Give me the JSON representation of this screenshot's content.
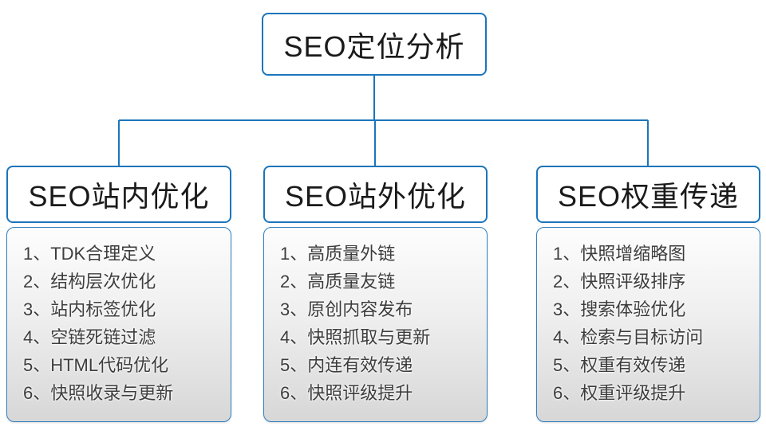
{
  "diagram": {
    "root_label": "SEO定位分析",
    "branches": [
      {
        "title": "SEO站内优化",
        "items": [
          "1、TDK合理定义",
          "2、结构层次优化",
          "3、站内标签优化",
          "4、空链死链过滤",
          "5、HTML代码优化",
          "6、快照收录与更新"
        ]
      },
      {
        "title": "SEO站外优化",
        "items": [
          "1、高质量外链",
          "2、高质量友链",
          "3、原创内容发布",
          "4、快照抓取与更新",
          "5、内连有效传递",
          "6、快照评级提升"
        ]
      },
      {
        "title": "SEO权重传递",
        "items": [
          "1、快照增缩略图",
          "2、快照评级排序",
          "3、搜索体验优化",
          "4、检索与目标访问",
          "5、权重有效传递",
          "6、权重评级提升"
        ]
      }
    ],
    "colors": {
      "accent_blue": "#1b75bb",
      "panel_border": "#3181c2",
      "heading_text": "#1a1a1a",
      "list_text": "#3d3d3d",
      "panel_gradient_top": "#fdfdfd",
      "panel_gradient_bottom": "#d7d7d7"
    }
  }
}
